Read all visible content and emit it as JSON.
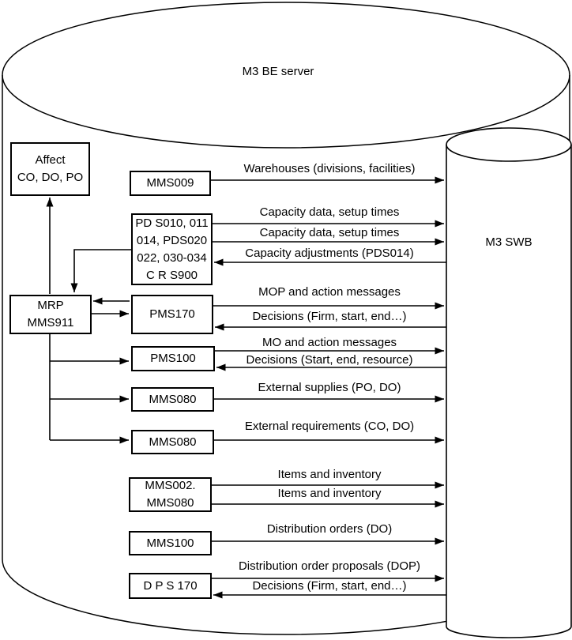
{
  "diagram": {
    "outer_cylinder_label": "M3 BE server",
    "right_cylinder_label": "M3 SWB",
    "colors": {
      "line": "#000000",
      "background": "#ffffff"
    },
    "boxes": {
      "affect": {
        "line1": "Affect",
        "line2": "CO, DO, PO"
      },
      "mms009": {
        "label": "MMS009"
      },
      "pds": {
        "line1": "PD S010, 011",
        "line2": "014, PDS020",
        "line3": "022, 030-034",
        "line4": "C R S900"
      },
      "mrp": {
        "line1": "MRP",
        "line2": "MMS911"
      },
      "pms170": {
        "label": "PMS170"
      },
      "pms100": {
        "label": "PMS100"
      },
      "mms080_supplies": {
        "label": "MMS080"
      },
      "mms080_requirements": {
        "label": "MMS080"
      },
      "mms002": {
        "line1": "MMS002.",
        "line2": "MMS080"
      },
      "mms100": {
        "label": "MMS100"
      },
      "dps170": {
        "label": "D P S 170"
      }
    },
    "flow_labels": {
      "warehouses": "Warehouses (divisions, facilities)",
      "capacity_data_1": "Capacity data, setup times",
      "capacity_data_2": "Capacity data, setup times",
      "capacity_adjustments": "Capacity adjustments (PDS014)",
      "mop_messages": "MOP and action messages",
      "decisions_firm_1": "Decisions (Firm, start, end…)",
      "mo_messages": "MO and action messages",
      "decisions_start": "Decisions (Start, end, resource)",
      "external_supplies": "External supplies (PO, DO)",
      "external_requirements": "External requirements (CO, DO)",
      "items_inventory_1": "Items and inventory",
      "items_inventory_2": "Items and inventory",
      "distribution_orders": "Distribution orders (DO)",
      "dop": "Distribution order proposals (DOP)",
      "decisions_firm_2": "Decisions (Firm, start, end…)"
    }
  }
}
